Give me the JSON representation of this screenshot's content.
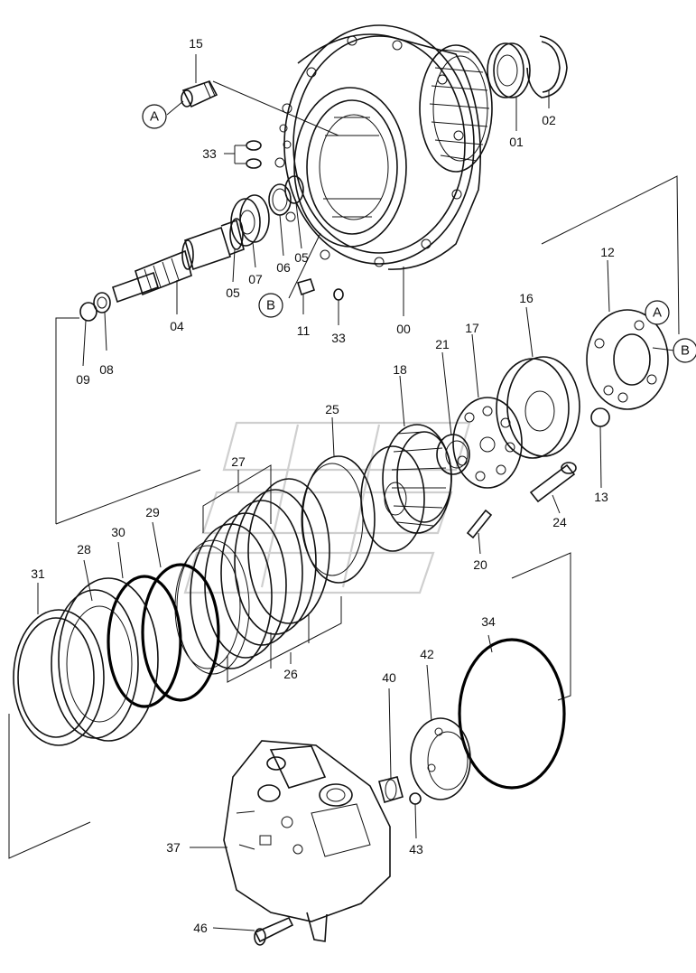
{
  "callouts": [
    "15",
    "02",
    "01",
    "33",
    "00",
    "05",
    "06",
    "07",
    "04",
    "08",
    "09",
    "11",
    "12",
    "16",
    "17",
    "18",
    "21",
    "25",
    "27",
    "29",
    "30",
    "28",
    "31",
    "26",
    "24",
    "13",
    "20",
    "34",
    "40",
    "42",
    "43",
    "37",
    "46"
  ],
  "callout_33b": "33",
  "callout_05b": "05",
  "refs": {
    "a": "A",
    "b": "B",
    "a2": "A",
    "b2": "B"
  }
}
